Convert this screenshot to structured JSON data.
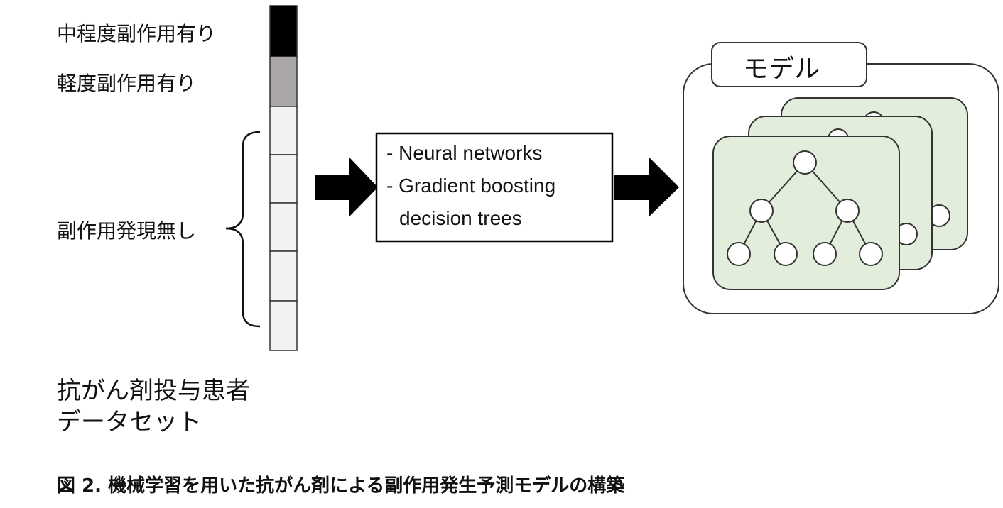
{
  "dataset": {
    "labels": {
      "moderate": "中程度副作用有り",
      "mild": "軽度副作用有り",
      "none": "副作用発現無し"
    },
    "title_line1": "抗がん剤投与患者",
    "title_line2": "データセット",
    "segments": [
      {
        "category": "moderate",
        "color": "#000000"
      },
      {
        "category": "mild",
        "color": "#aaa6a6"
      },
      {
        "category": "none",
        "color": "#f2f2f2"
      },
      {
        "category": "none",
        "color": "#f2f2f2"
      },
      {
        "category": "none",
        "color": "#f2f2f2"
      },
      {
        "category": "none",
        "color": "#f2f2f2"
      },
      {
        "category": "none",
        "color": "#f2f2f2"
      }
    ]
  },
  "methods": {
    "line1": "- Neural networks",
    "line2": "- Gradient boosting",
    "line3": "decision trees"
  },
  "model": {
    "label": "モデル",
    "card_fill": "#e2eedb"
  },
  "caption": "図 2.  機械学習を用いた抗がん剤による副作用発生予測モデルの構築"
}
